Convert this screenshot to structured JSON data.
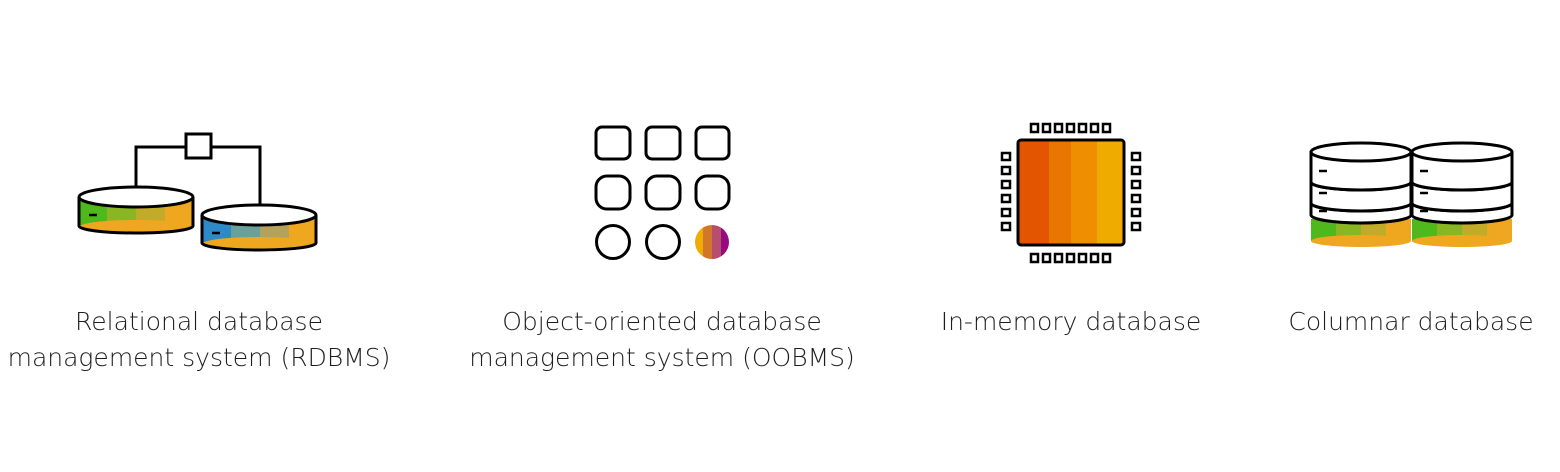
{
  "items": [
    {
      "icon": "relational-database-icon",
      "label_lines": [
        "Relational database",
        "management system (RDBMS)"
      ]
    },
    {
      "icon": "object-oriented-database-icon",
      "label_lines": [
        "Object-oriented database",
        "management system (OOBMS)"
      ]
    },
    {
      "icon": "in-memory-database-chip-icon",
      "label_lines": [
        "In-memory database"
      ]
    },
    {
      "icon": "columnar-database-icon",
      "label_lines": [
        "Columnar database"
      ]
    }
  ],
  "colors": {
    "outline": "#000000",
    "green_gradient": [
      "#4fb81c",
      "#8bb623",
      "#c3ab2a",
      "#efa720"
    ],
    "blue_gradient": [
      "#2d89c8",
      "#6aa09a",
      "#b4a15c",
      "#efa720"
    ],
    "orange_gradient": [
      "#e35500",
      "#e87600",
      "#ef8f00",
      "#f0ab00"
    ],
    "purple_gradient": [
      "#f0ab00",
      "#d2762a",
      "#b84e6d",
      "#970a82"
    ]
  }
}
